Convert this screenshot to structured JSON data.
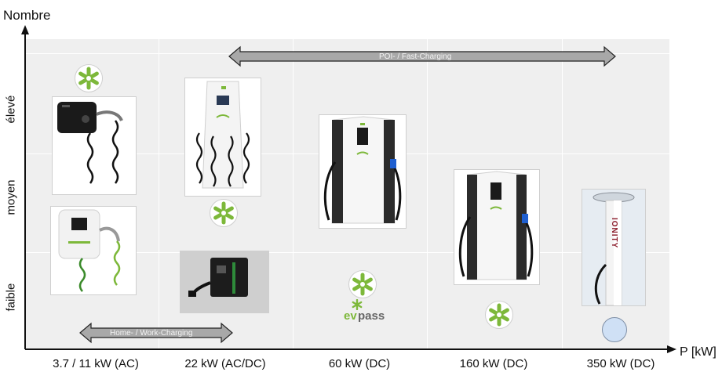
{
  "axes": {
    "y_title": "Nombre",
    "x_title": "P [kW]",
    "y_levels": [
      "élevé",
      "moyen",
      "faible"
    ],
    "x_categories": [
      "3.7 / 11 kW (AC)",
      "22 kW (AC/DC)",
      "60 kW (DC)",
      "160 kW (DC)",
      "350 kW (DC)"
    ]
  },
  "ranges": {
    "poi": "POI- / Fast-Charging",
    "home": "Home- / Work-Charging"
  },
  "logos": {
    "evpass_prefix": "ev",
    "evpass_suffix": "pass",
    "ionity": "IONITY"
  },
  "colors": {
    "green": "#7db83a",
    "arrow_fill": "#a8a8a8",
    "grid_bg": "#efefef",
    "ionity_circle": "#cfe0f5"
  }
}
